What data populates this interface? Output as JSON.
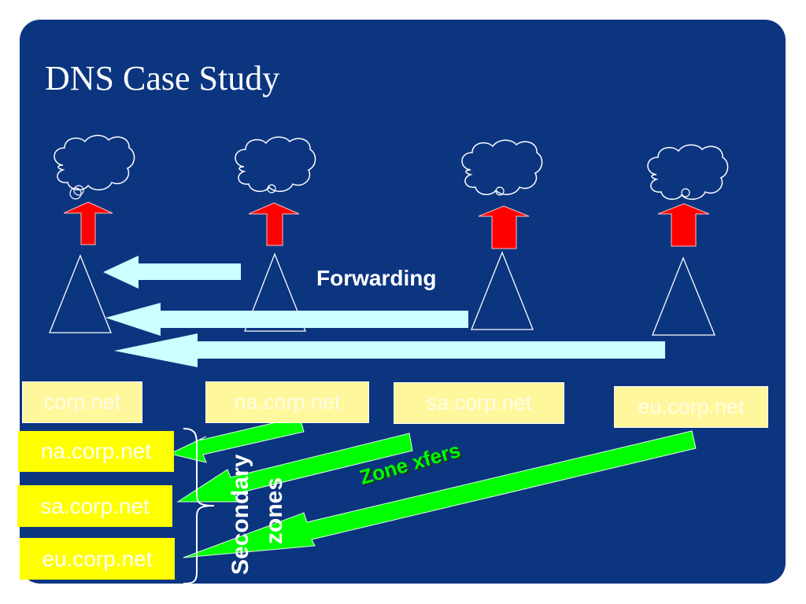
{
  "slide": {
    "title": "DNS Case Study",
    "colors": {
      "background": "#0c3580",
      "forward_arrow": "#ccffff",
      "up_arrow": "#ff0000",
      "zone_xfer_arrow": "#00ff00",
      "primary_zone_box": "#fff79c",
      "secondary_zone_box": "#ffff00"
    }
  },
  "diagram": {
    "clouds": [
      {
        "name": "cloud-1",
        "icon": "cloud-icon"
      },
      {
        "name": "cloud-2",
        "icon": "cloud-icon"
      },
      {
        "name": "cloud-3",
        "icon": "cloud-icon"
      },
      {
        "name": "cloud-4",
        "icon": "cloud-icon"
      }
    ],
    "servers": [
      {
        "name": "dns-server-corp",
        "icon": "triangle-server-icon"
      },
      {
        "name": "dns-server-na",
        "icon": "triangle-server-icon"
      },
      {
        "name": "dns-server-sa",
        "icon": "triangle-server-icon"
      },
      {
        "name": "dns-server-eu",
        "icon": "triangle-server-icon"
      }
    ],
    "forwarding_label": "Forwarding",
    "primary_zones": [
      "corp.net",
      "na.corp.net",
      "sa.corp.net",
      "eu.corp.net"
    ],
    "secondary_zones": [
      "na.corp.net",
      "sa.corp.net",
      "eu.corp.net"
    ],
    "secondary_zones_label_line1": "Secondary",
    "secondary_zones_label_line2": "zones",
    "zone_xfers_label": "Zone xfers"
  }
}
